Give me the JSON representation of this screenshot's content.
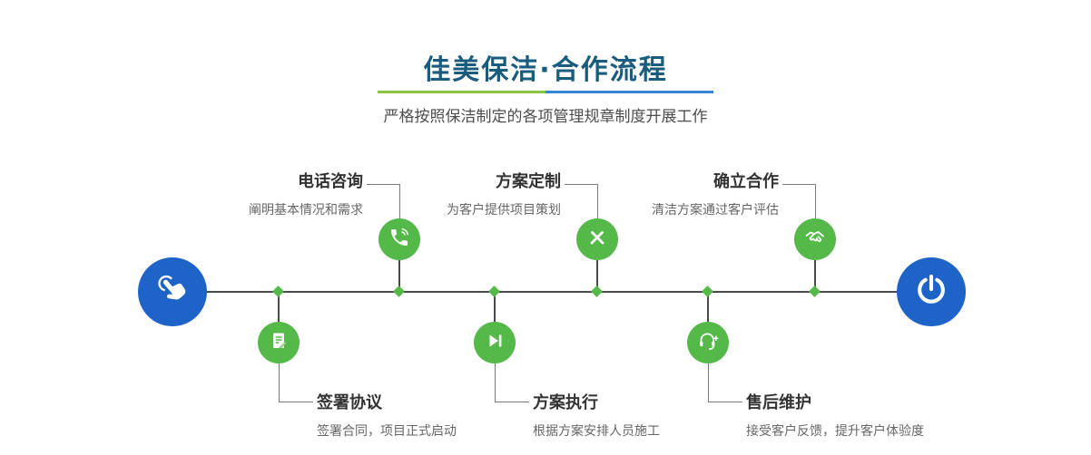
{
  "header": {
    "title": "佳美保洁·合作流程",
    "subtitle": "严格按照保洁制定的各项管理规章制度开展工作"
  },
  "steps": {
    "top": [
      {
        "title": "电话咨询",
        "desc": "阐明基本情况和需求",
        "icon": "phone-icon"
      },
      {
        "title": "方案定制",
        "desc": "为客户提供项目策划",
        "icon": "design-icon"
      },
      {
        "title": "确立合作",
        "desc": "清洁方案通过客户评估",
        "icon": "handshake-icon"
      }
    ],
    "bottom": [
      {
        "title": "签署协议",
        "desc": "签署合同，项目正式启动",
        "icon": "contract-icon"
      },
      {
        "title": "方案执行",
        "desc": "根据方案安排人员施工",
        "icon": "play-icon"
      },
      {
        "title": "售后维护",
        "desc": "接受客户反馈，提升客户体验度",
        "icon": "headset-icon"
      }
    ]
  },
  "endpoints": {
    "start_icon": "pointer-hand-icon",
    "end_icon": "power-icon"
  },
  "colors": {
    "title_text": "#1a5c7e",
    "underline_green": "#8cc63f",
    "underline_blue": "#3388d6",
    "accent_green": "#54b948",
    "accent_blue": "#1d63c8",
    "timeline": "#4a4a4a",
    "step_title_text": "#333333",
    "step_desc_text": "#666666"
  }
}
